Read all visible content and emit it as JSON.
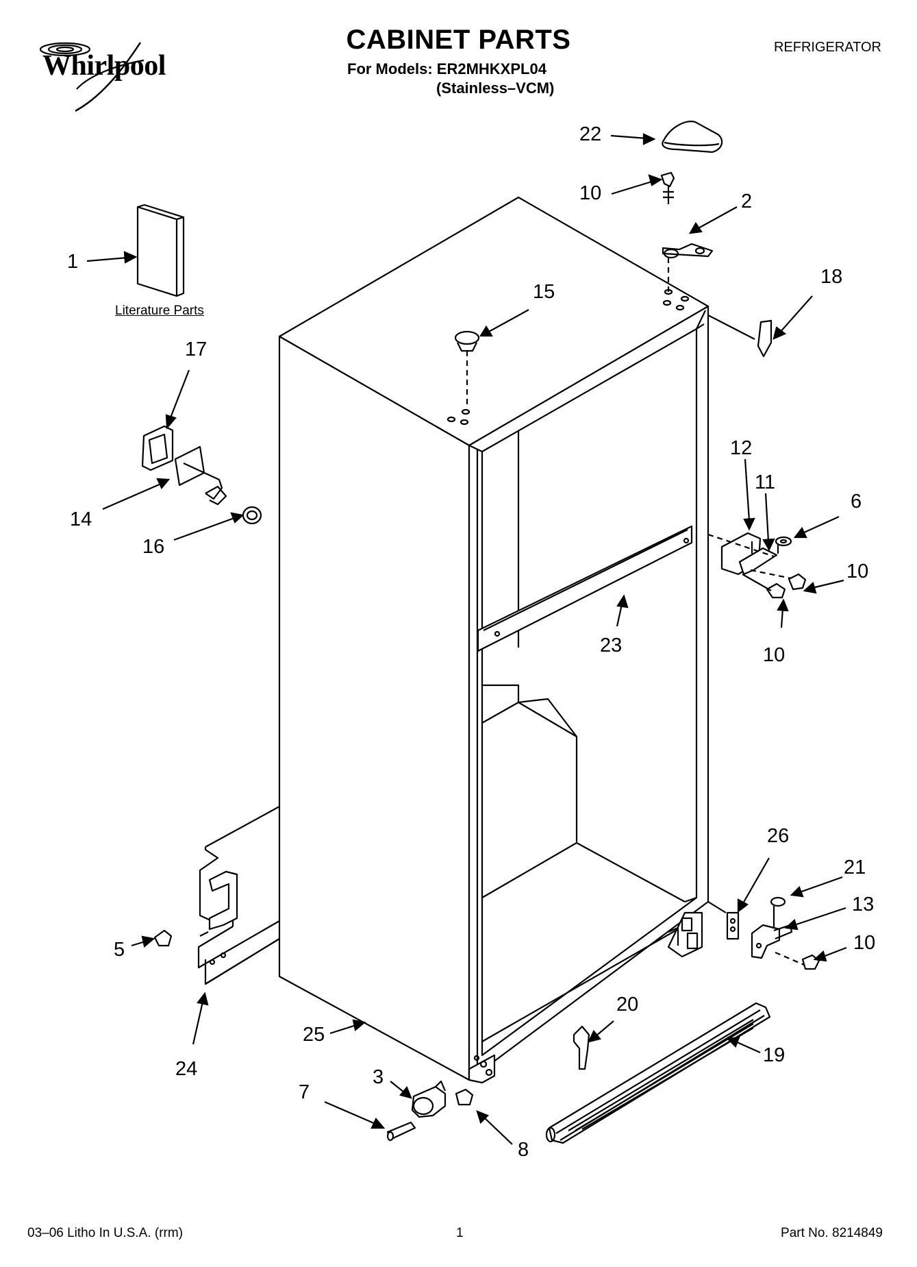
{
  "header": {
    "brand": "Whirlpool",
    "title": "CABINET PARTS",
    "models_line": "For Models: ER2MHKXPL04",
    "variant_line": "(Stainless–VCM)",
    "category": "REFRIGERATOR"
  },
  "literature_label": "Literature Parts",
  "callouts": [
    "22",
    "10",
    "2",
    "1",
    "15",
    "18",
    "17",
    "14",
    "16",
    "12",
    "11",
    "6",
    "10",
    "23",
    "10",
    "26",
    "21",
    "13",
    "10",
    "5",
    "20",
    "19",
    "25",
    "24",
    "3",
    "7",
    "8"
  ],
  "footer": {
    "left": "03–06 Litho In U.S.A. (rrm)",
    "page": "1",
    "part_no": "Part No. 8214849"
  }
}
